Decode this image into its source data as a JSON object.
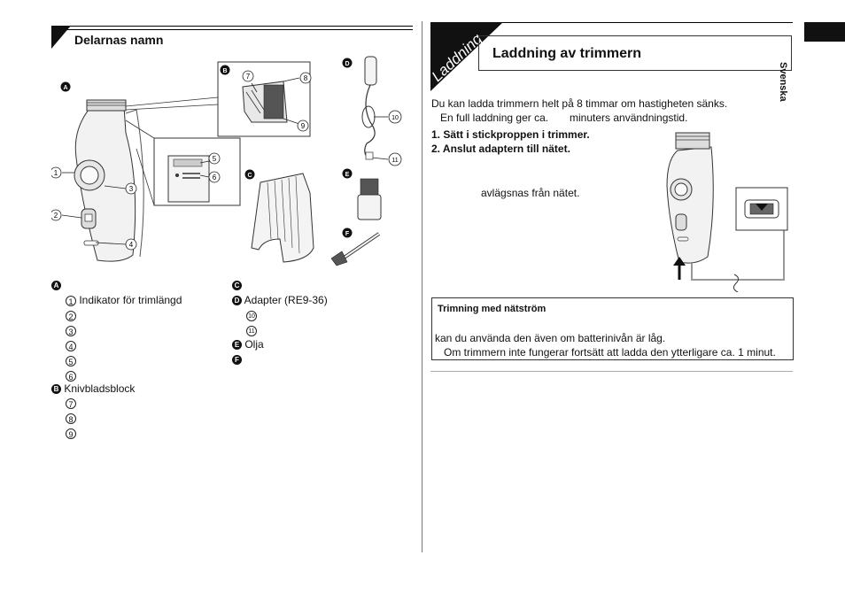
{
  "left": {
    "section_title": "Delarnas namn",
    "parts_a": {
      "badge": "A",
      "items": [
        {
          "num": "1",
          "label": "Indikator för trimlängd"
        },
        {
          "num": "2",
          "label": ""
        },
        {
          "num": "3",
          "label": ""
        },
        {
          "num": "4",
          "label": ""
        },
        {
          "num": "5",
          "label": ""
        },
        {
          "num": "6",
          "label": ""
        }
      ]
    },
    "parts_b": {
      "badge": "B",
      "label": "Knivbladsblock",
      "items": [
        {
          "num": "7",
          "label": ""
        },
        {
          "num": "8",
          "label": ""
        },
        {
          "num": "9",
          "label": ""
        }
      ]
    },
    "parts_c": {
      "badge": "C",
      "label": ""
    },
    "parts_d": {
      "badge": "D",
      "label": "Adapter (RE9-36)",
      "items": [
        {
          "num": "10",
          "label": ""
        },
        {
          "num": "11",
          "label": ""
        }
      ]
    },
    "parts_e": {
      "badge": "E",
      "label": "Olja"
    },
    "parts_f": {
      "badge": "F",
      "label": ""
    }
  },
  "right": {
    "tab_label": "Laddning",
    "section_title": "Laddning av trimmern",
    "intro_1": "Du kan ladda trimmern helt på 8 timmar om hastigheten sänks.",
    "intro_2a": "En full laddning ger ca.",
    "intro_2b": "minuters användningstid.",
    "step_1": "1. Sätt i stickproppen i trimmer.",
    "step_2": "2. Anslut adaptern till nätet.",
    "remove_text": "avlägsnas från nätet.",
    "box_title": "Trimning med nätström",
    "box_line_1": "kan du använda den även om batterinivån är låg.",
    "box_line_2": "Om trimmern inte fungerar fortsätt att ladda den ytterligare ca. 1 minut."
  },
  "side_tab": "Svenska"
}
